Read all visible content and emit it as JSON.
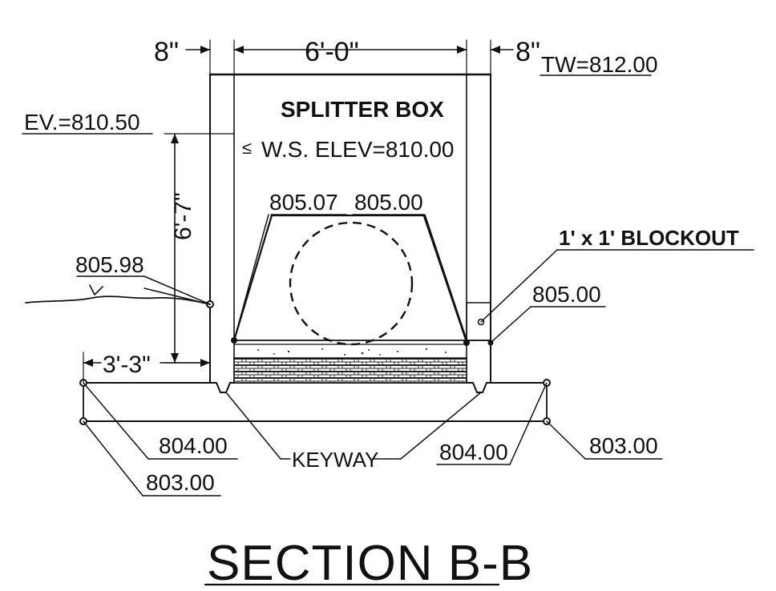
{
  "title": "SECTION B-B",
  "box_label": "SPLITTER BOX",
  "ws_symbol": "≤",
  "ws_elev": "W.S. ELEV=810.00",
  "dims": {
    "left_wall": "8\"",
    "inner_width": "6'-0\"",
    "right_wall": "8\"",
    "height": "6'-7\"",
    "footing_ext": "3'-3\""
  },
  "elevations": {
    "top_wall": "TW=812.00",
    "left_top": "EV.=810.50",
    "pipe_inv_left": "805.07",
    "pipe_inv_right": "805.00",
    "ground": "805.98",
    "right_inv": "805.00",
    "footing_top_left": "804.00",
    "footing_bottom_left": "803.00",
    "footing_top_right": "804.00",
    "footing_bottom_right": "803.00"
  },
  "blockout": "1' x 1' BLOCKOUT",
  "keyway": "KEYWAY"
}
